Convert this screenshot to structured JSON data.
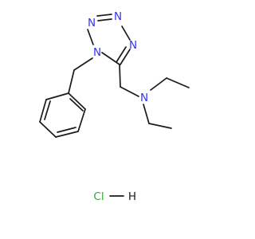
{
  "atoms": {
    "n1": "N",
    "n2": "N",
    "n3": "N",
    "n4": "N",
    "amine_n": "N",
    "hcl_cl": "Cl",
    "hcl_h": "H"
  },
  "colors": {
    "nitrogen": "#3333ee",
    "chlorine": "#33aa33",
    "hydrogen": "#1a1a1a",
    "bond": "#1a1a1a"
  }
}
